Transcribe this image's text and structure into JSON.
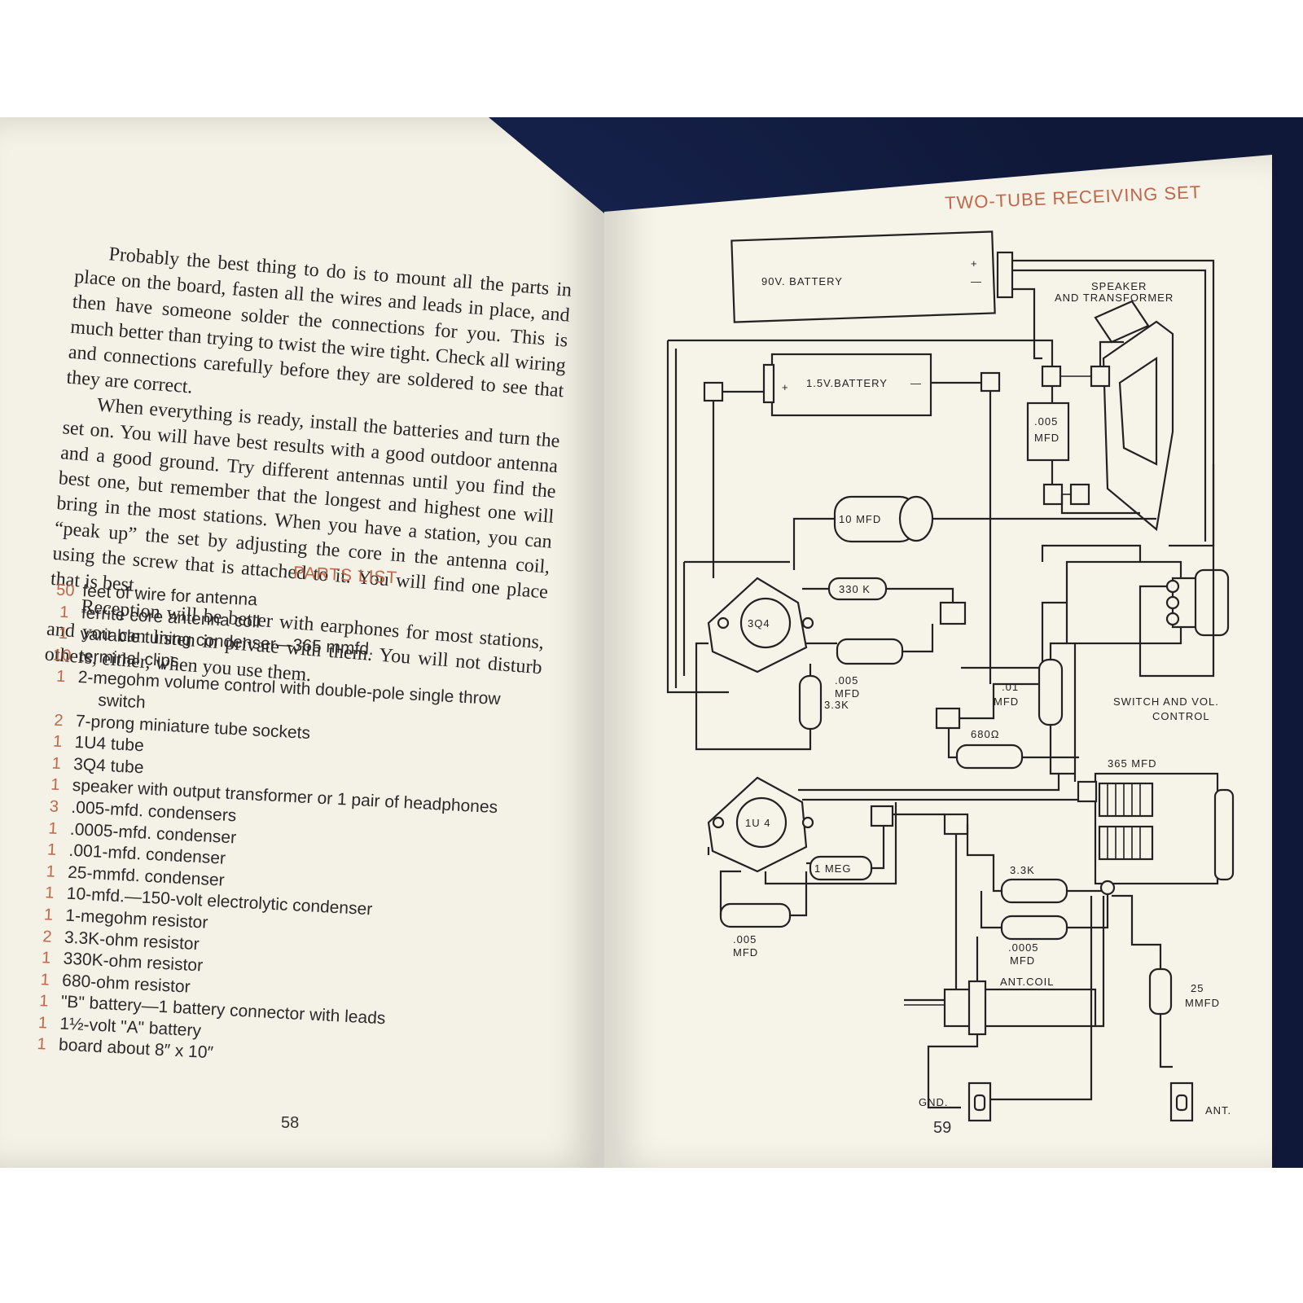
{
  "left_page": {
    "body_paragraphs": [
      "Probably the best thing to do is to mount all the parts in place on the board, fasten all the wires and leads in place, and then have someone solder the connections for you. This is much better than trying to twist the wire tight. Check all wiring and connections carefully before they are soldered to see that they are correct.",
      "When everything is ready, install the batteries and turn the set on. You will have best results with a good outdoor antenna and a good ground. Try different antennas until you find the best one, but remember that the longest and highest one will bring in the most stations. When you have a station, you can “peak up” the set by adjusting the core in the antenna coil, using the screw that is attached to it. You will find one place that is best.",
      "Reception will be better with earphones for most stations, and you can listen in private with them. You will not disturb others, either, when you use them."
    ],
    "parts_title": "PARTS LIST",
    "parts": [
      {
        "qty": "50",
        "desc": "feet of wire for antenna",
        "cont": ""
      },
      {
        "qty": "1",
        "desc": "ferrite core antenna coil",
        "cont": ""
      },
      {
        "qty": "1",
        "desc": "variable tuning condenser—365 mmfd.",
        "cont": ""
      },
      {
        "qty": "10",
        "desc": "terminal clips",
        "cont": ""
      },
      {
        "qty": "1",
        "desc": "2-megohm volume control with double-pole single throw",
        "cont": "switch"
      },
      {
        "qty": "2",
        "desc": "7-prong miniature tube sockets",
        "cont": ""
      },
      {
        "qty": "1",
        "desc": "1U4 tube",
        "cont": ""
      },
      {
        "qty": "1",
        "desc": "3Q4 tube",
        "cont": ""
      },
      {
        "qty": "1",
        "desc": "speaker with output transformer or 1 pair of headphones",
        "cont": ""
      },
      {
        "qty": "3",
        "desc": ".005-mfd. condensers",
        "cont": ""
      },
      {
        "qty": "1",
        "desc": ".0005-mfd. condenser",
        "cont": ""
      },
      {
        "qty": "1",
        "desc": ".001-mfd. condenser",
        "cont": ""
      },
      {
        "qty": "1",
        "desc": "25-mmfd. condenser",
        "cont": ""
      },
      {
        "qty": "1",
        "desc": "10-mfd.—150-volt electrolytic condenser",
        "cont": ""
      },
      {
        "qty": "1",
        "desc": "1-megohm resistor",
        "cont": ""
      },
      {
        "qty": "2",
        "desc": "3.3K-ohm resistor",
        "cont": ""
      },
      {
        "qty": "1",
        "desc": "330K-ohm resistor",
        "cont": ""
      },
      {
        "qty": "1",
        "desc": "680-ohm resistor",
        "cont": ""
      },
      {
        "qty": "1",
        "desc": "\"B\" battery—1 battery connector with leads",
        "cont": ""
      },
      {
        "qty": "1",
        "desc": "1½-volt \"A\" battery",
        "cont": ""
      },
      {
        "qty": "1",
        "desc": "board about 8″ x 10″",
        "cont": ""
      }
    ],
    "page_number": "58"
  },
  "right_page": {
    "title": "TWO-TUBE RECEIVING SET",
    "page_number": "59",
    "labels": {
      "battery_90v": "90V. BATTERY",
      "battery_plus": "+",
      "battery_minus": "—",
      "speaker": "SPEAKER",
      "speaker_transformer": "AND TRANSFORMER",
      "battery_15v": "1.5V.BATTERY",
      "a_plus": "+",
      "a_minus": "—",
      "cap_005_top_val": ".005",
      "cap_005_top_unit": "MFD",
      "cap_10mfd": "10 MFD",
      "res_330k": "330 K",
      "tube_3q4": "3Q4",
      "cap_005_mid_val": ".005",
      "cap_005_mid_unit": "MFD",
      "res_33k_a": "3.3K",
      "cap_01_val": ".01",
      "cap_01_unit": "MFD",
      "switch_vol_1": "SWITCH AND VOL.",
      "switch_vol_2": "CONTROL",
      "res_680": "680Ω",
      "cap_365": "365 MFD",
      "tube_1u4": "1U 4",
      "res_1meg": "1 MEG",
      "res_33k_b": "3.3K",
      "cap_005_bot_val": ".005",
      "cap_005_bot_unit": "MFD",
      "cap_0005_val": ".0005",
      "cap_0005_unit": "MFD",
      "ant_coil": "ANT.COIL",
      "cap_25_val": "25",
      "cap_25_unit": "MMFD",
      "gnd": "GND.",
      "ant": "ANT."
    }
  },
  "colors": {
    "accent": "#c0674a",
    "page": "#f4f1e6",
    "background": "#14204a",
    "ink": "#262626"
  }
}
